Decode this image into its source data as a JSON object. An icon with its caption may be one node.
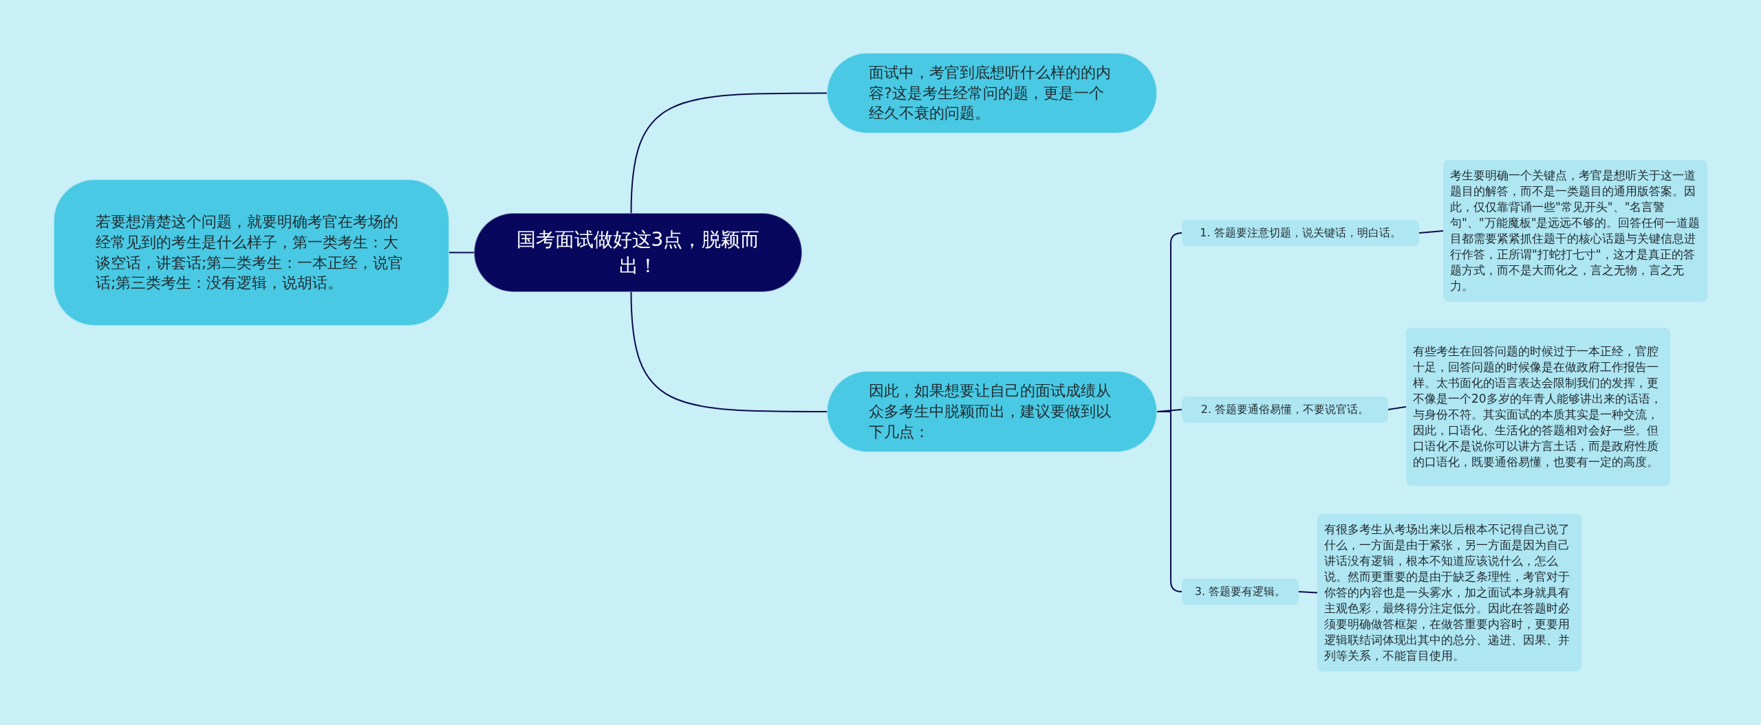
{
  "diagram": {
    "nodes": [
      {
        "text": [
          "国考面试做好这3点，脱颖而出！"
        ]
      },
      {
        "text": [
          "面试中，考官到底想听什么样的的内容?这是考生经常问的题，更是一个经久不衰的问题。"
        ]
      },
      {
        "text": [
          "若要想清楚这个问题，就要明确考官在考场的经常见到的考生是什么样子，第一类考生：大谈空话，讲套话;第二类考生：一本正经，说官话;第三类考生：没有逻辑，说胡话。"
        ]
      },
      {
        "text": [
          "因此，如果想要让自己的面试成绩从众多考生中脱颖而出，建议要做到以下几点："
        ]
      },
      {
        "text": [
          "1. 答题要注意切题，说关键话，明白话。"
        ]
      },
      {
        "text": [
          "考生要明确一个关键点，考官是想听关于这一道题目的解答，而不是一类题目的通用版答案。因此，仅仅靠背诵一些\"常见开头\"、\"名言警句\"、\"万能魔板\"是远远不够的。回答任何一道题目都需要紧紧抓住题干的核心话题与关键信息进行作答，正所谓\"打蛇打七寸\"，这才是真正的答题方式，而不是大而化之，言之无物，言之无力。"
        ]
      },
      {
        "text": [
          "2. 答题要通俗易懂，不要说官话。"
        ]
      },
      {
        "text": [
          "有些考生在回答问题的时候过于一本正经，官腔十足，回答问题的时候像是在做政府工作报告一样。太书面化的语言表达会限制我们的发挥，更不像是一个20多岁的年青人能够讲出来的话语，与身份不符。其实面试的本质其实是一种交流，因此，口语化、生活化的答题相对会好一些。但口语化不是说你可以讲方言土话，而是政府性质的口语化，既要通俗易懂，也要有一定的高度。"
        ]
      },
      {
        "text": [
          "3. 答题要有逻辑。"
        ]
      },
      {
        "text": [
          "有很多考生从考场出来以后根本不记得自己说了什么，一方面是由于紧张，另一方面是因为自己讲话没有逻辑，根本不知道应该说什么，怎么说。然而更重要的是由于缺乏条理性，考官对于你答的内容也是一头雾水，加之面试本身就具有主观色彩，最终得分注定低分。因此在答题时必须要明确做答框架，在做答重要内容时，更要用逻辑联结词体现出其中的总分、递进、因果、并列等关系，不能盲目使用。"
        ]
      }
    ],
    "edges": [
      {
        "from": 0,
        "to": 1,
        "arrow": "none"
      },
      {
        "from": 0,
        "to": 2,
        "arrow": "none"
      },
      {
        "from": 0,
        "to": 3,
        "arrow": "none"
      },
      {
        "from": 3,
        "to": 4,
        "arrow": "none"
      },
      {
        "from": 3,
        "to": 6,
        "arrow": "none"
      },
      {
        "from": 3,
        "to": 8,
        "arrow": "none"
      },
      {
        "from": 4,
        "to": 5,
        "arrow": "none"
      },
      {
        "from": 6,
        "to": 7,
        "arrow": "none"
      },
      {
        "from": 8,
        "to": 9,
        "arrow": "none"
      }
    ]
  }
}
